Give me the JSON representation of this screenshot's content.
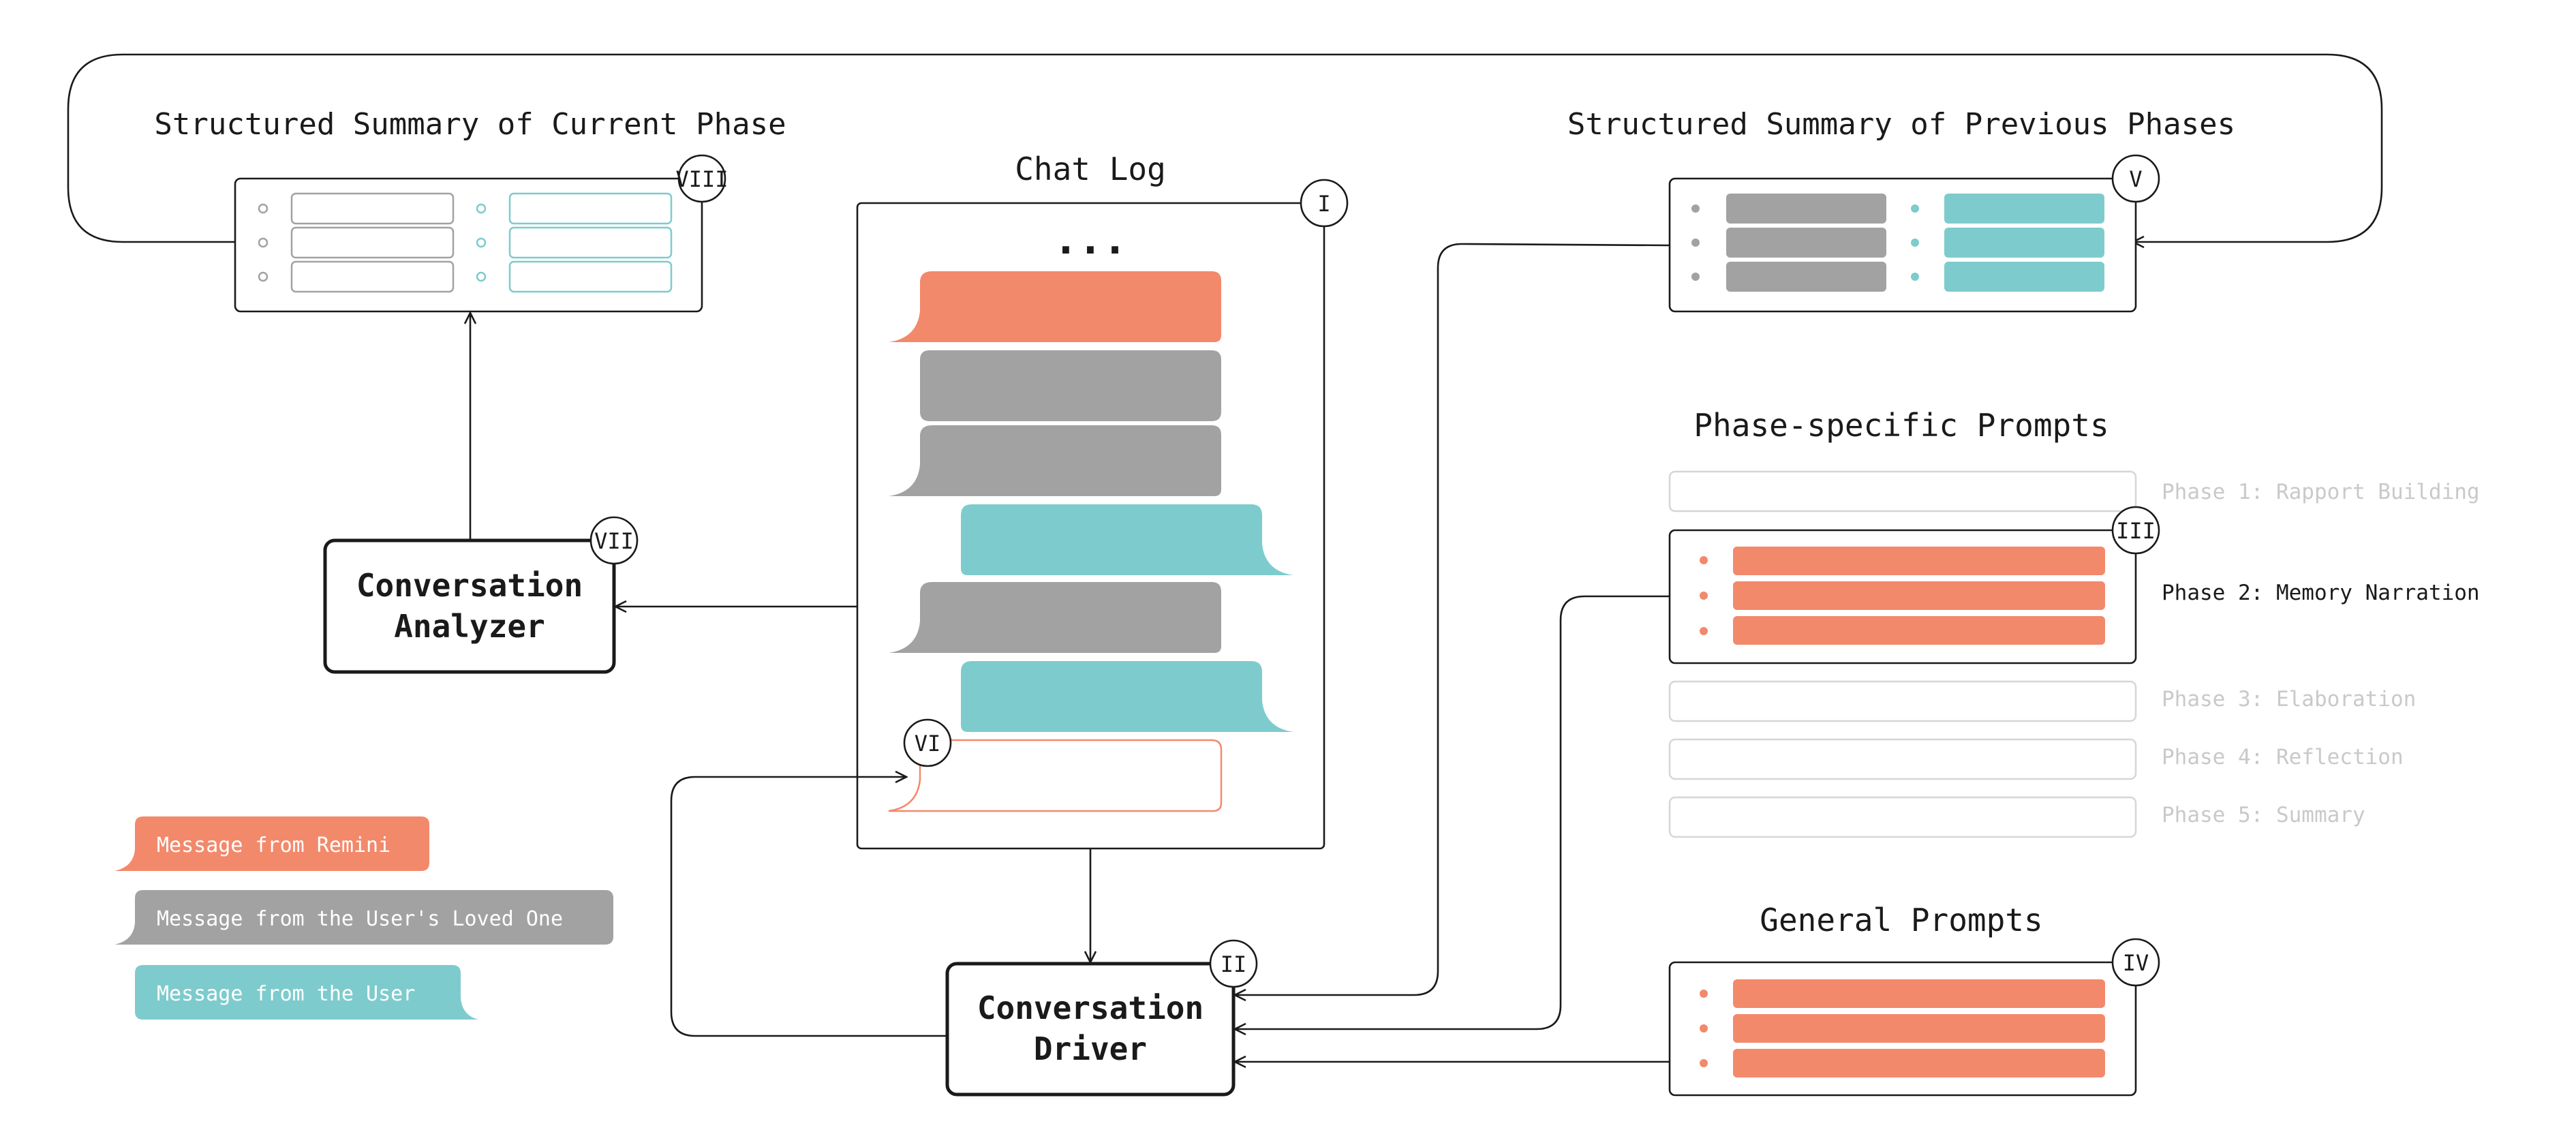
{
  "colors": {
    "remini": "#F3896B",
    "loved_one": "#A2A2A2",
    "user": "#7ECBCD",
    "stroke": "#1A1A1A",
    "faded_text": "#C9C9C9",
    "faded_border": "#D6D6D6"
  },
  "titles": {
    "current_phase": "Structured Summary of Current Phase",
    "previous_phases": "Structured Summary of Previous Phases",
    "chat_log": "Chat Log",
    "ellipsis": "...",
    "phase_prompts": "Phase-specific Prompts",
    "general_prompts": "General Prompts"
  },
  "badges": {
    "chat_log": "I",
    "driver": "II",
    "phase_prompts": "III",
    "general_prompts": "IV",
    "previous_phases": "V",
    "input_bubble": "VI",
    "analyzer": "VII",
    "current_phase": "VIII"
  },
  "boxes": {
    "analyzer": [
      "Conversation",
      "Analyzer"
    ],
    "driver": [
      "Conversation",
      "Driver"
    ]
  },
  "phases": [
    {
      "label": "Phase 1: Rapport Building",
      "active": false
    },
    {
      "label": "Phase 2: Memory Narration",
      "active": true
    },
    {
      "label": "Phase 3: Elaboration",
      "active": false
    },
    {
      "label": "Phase 4: Reflection",
      "active": false
    },
    {
      "label": "Phase 5: Summary",
      "active": false
    }
  ],
  "legend": [
    {
      "label": "Message from Remini",
      "kind": "remini"
    },
    {
      "label": "Message from the User's Loved One",
      "kind": "loved_one"
    },
    {
      "label": "Message from the User",
      "kind": "user"
    }
  ]
}
